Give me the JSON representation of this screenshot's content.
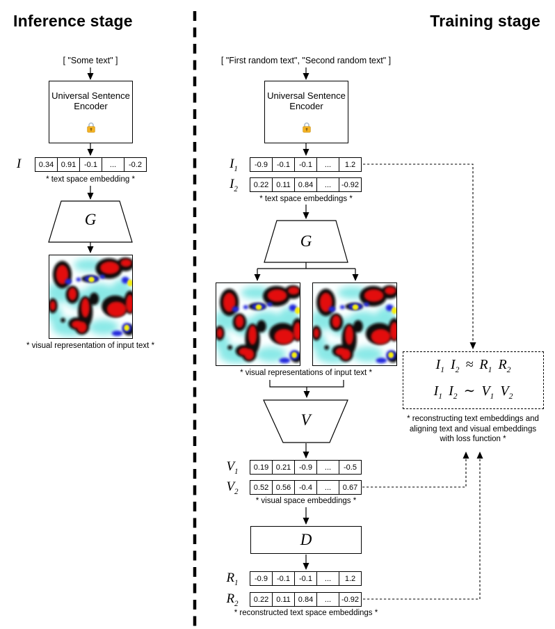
{
  "inference": {
    "title": "Inference stage",
    "input_text": "[ \"Some text\" ]",
    "encoder": {
      "label": "Universal Sentence Encoder",
      "icon": "lock-icon"
    },
    "embedding": {
      "label": "I",
      "cells": [
        "0.34",
        "0.91",
        "-0.1",
        "...",
        "-0.2"
      ],
      "caption": "* text space embedding *"
    },
    "generator": {
      "label": "G"
    },
    "output_caption": "* visual representation of input text *"
  },
  "training": {
    "title": "Training stage",
    "input_text": "[ \"First random text\", \"Second random text\" ]",
    "encoder": {
      "label": "Universal Sentence Encoder",
      "icon": "lock-icon"
    },
    "text_embeddings": {
      "rows": [
        {
          "label": "I_1",
          "cells": [
            "-0.9",
            "-0.1",
            "-0.1",
            "...",
            "1.2"
          ]
        },
        {
          "label": "I_2",
          "cells": [
            "0.22",
            "0.11",
            "0.84",
            "...",
            "-0.92"
          ]
        }
      ],
      "caption": "* text space embeddings *"
    },
    "generator": {
      "label": "G"
    },
    "images_caption": "* visual representations of input text *",
    "visual_encoder": {
      "label": "V"
    },
    "visual_embeddings": {
      "rows": [
        {
          "label": "V_1",
          "cells": [
            "0.19",
            "0.21",
            "-0.9",
            "...",
            "-0.5"
          ]
        },
        {
          "label": "V_2",
          "cells": [
            "0.52",
            "0.56",
            "-0.4",
            "...",
            "0.67"
          ]
        }
      ],
      "caption": "* visual space embeddings *"
    },
    "decoder": {
      "label": "D"
    },
    "reconstructed_embeddings": {
      "rows": [
        {
          "label": "R_1",
          "cells": [
            "-0.9",
            "-0.1",
            "-0.1",
            "...",
            "1.2"
          ]
        },
        {
          "label": "R_2",
          "cells": [
            "0.22",
            "0.11",
            "0.84",
            "...",
            "-0.92"
          ]
        }
      ],
      "caption": "* reconstructed text space embeddings *"
    },
    "loss": {
      "line1": "I_1 I_2 ≈ R_1 R_2",
      "line2": "I_1 I_2 ∼ V_1 V_2",
      "caption_lines": [
        "* reconstructing text embeddings and",
        "aligning text and visual embeddings",
        "with loss function *"
      ]
    }
  }
}
